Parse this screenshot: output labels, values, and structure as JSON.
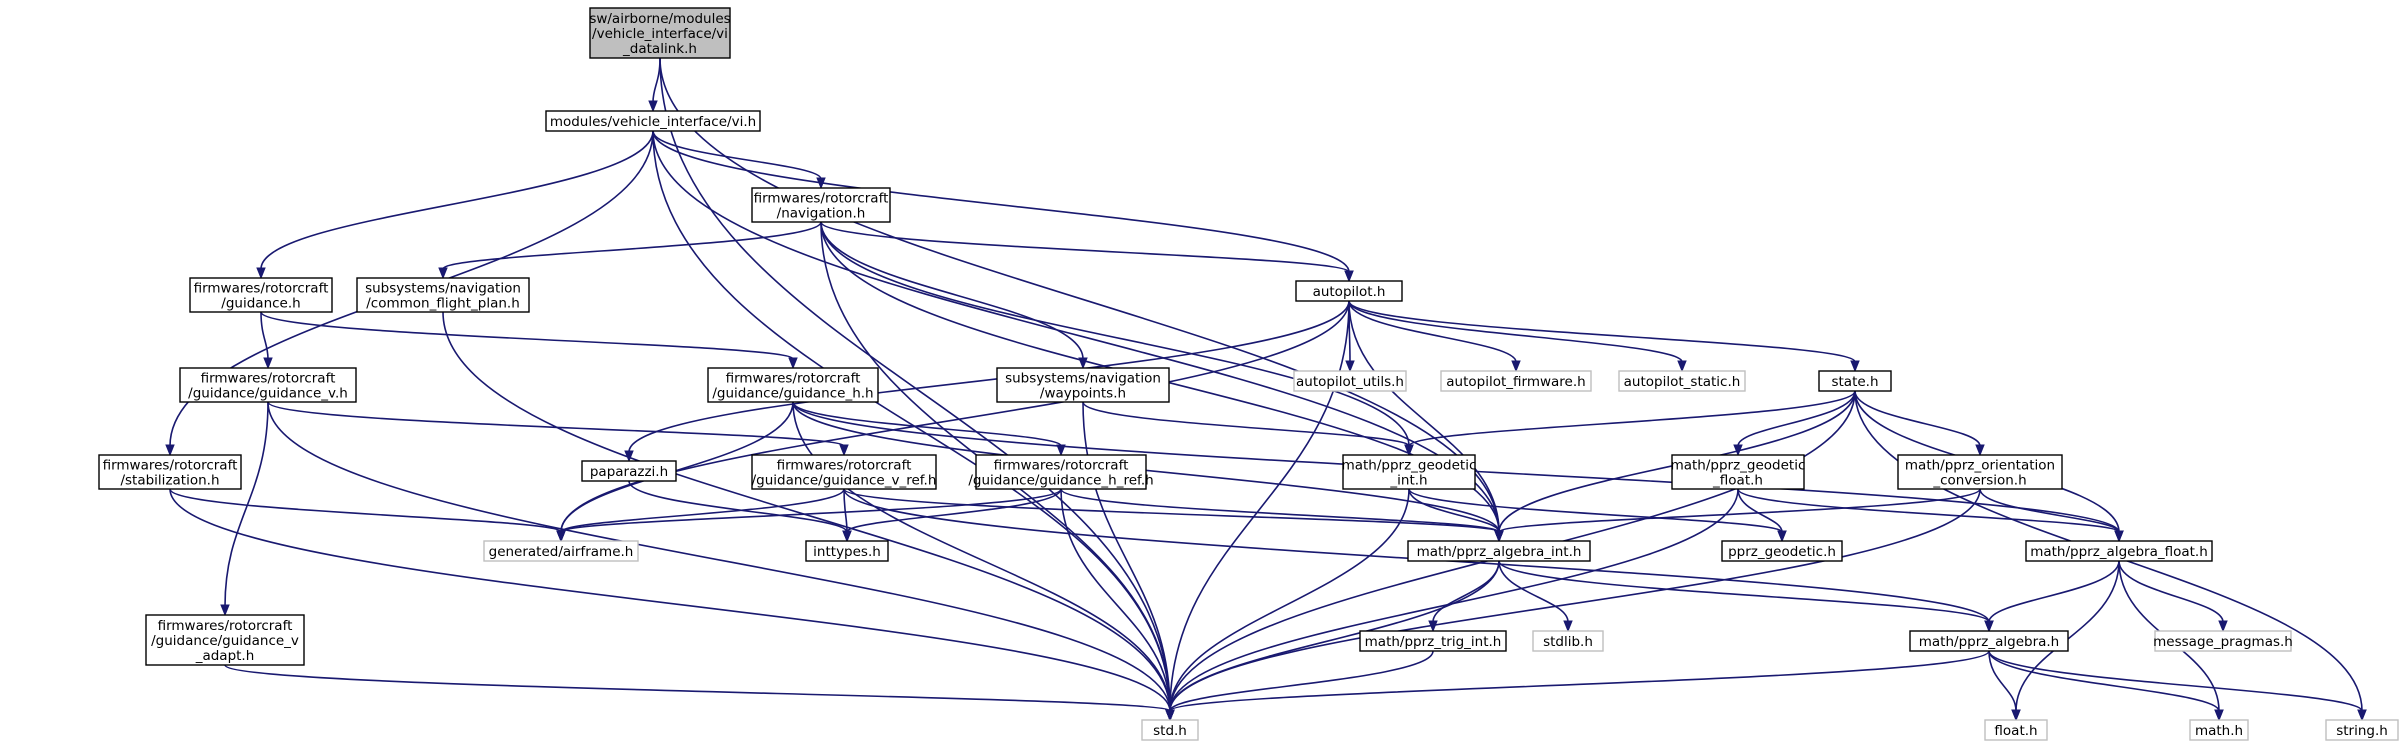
{
  "nodes": {
    "vi_datalink": {
      "lines": [
        "sw/airborne/modules",
        "/vehicle_interface/vi",
        "_datalink.h"
      ],
      "style": "root"
    },
    "vi": {
      "lines": [
        "modules/vehicle_interface/vi.h"
      ],
      "style": "normal"
    },
    "navigation": {
      "lines": [
        "firmwares/rotorcraft",
        "/navigation.h"
      ],
      "style": "normal"
    },
    "guidance": {
      "lines": [
        "firmwares/rotorcraft",
        "/guidance.h"
      ],
      "style": "normal"
    },
    "common_flight_plan": {
      "lines": [
        "subsystems/navigation",
        "/common_flight_plan.h"
      ],
      "style": "normal"
    },
    "autopilot": {
      "lines": [
        "autopilot.h"
      ],
      "style": "normal"
    },
    "guidance_v": {
      "lines": [
        "firmwares/rotorcraft",
        "/guidance/guidance_v.h"
      ],
      "style": "normal"
    },
    "guidance_h": {
      "lines": [
        "firmwares/rotorcraft",
        "/guidance/guidance_h.h"
      ],
      "style": "normal"
    },
    "waypoints": {
      "lines": [
        "subsystems/navigation",
        "/waypoints.h"
      ],
      "style": "normal"
    },
    "autopilot_utils": {
      "lines": [
        "autopilot_utils.h"
      ],
      "style": "ext"
    },
    "autopilot_firmware": {
      "lines": [
        "autopilot_firmware.h"
      ],
      "style": "ext"
    },
    "autopilot_static": {
      "lines": [
        "autopilot_static.h"
      ],
      "style": "ext"
    },
    "state": {
      "lines": [
        "state.h"
      ],
      "style": "normal"
    },
    "stabilization": {
      "lines": [
        "firmwares/rotorcraft",
        "/stabilization.h"
      ],
      "style": "normal"
    },
    "paparazzi": {
      "lines": [
        "paparazzi.h"
      ],
      "style": "normal"
    },
    "guidance_v_ref": {
      "lines": [
        "firmwares/rotorcraft",
        "/guidance/guidance_v_ref.h"
      ],
      "style": "normal"
    },
    "guidance_h_ref": {
      "lines": [
        "firmwares/rotorcraft",
        "/guidance/guidance_h_ref.h"
      ],
      "style": "normal"
    },
    "pprz_geodetic_int": {
      "lines": [
        "math/pprz_geodetic",
        "_int.h"
      ],
      "style": "normal"
    },
    "pprz_geodetic_float": {
      "lines": [
        "math/pprz_geodetic",
        "_float.h"
      ],
      "style": "normal"
    },
    "pprz_orientation_conversion": {
      "lines": [
        "math/pprz_orientation",
        "_conversion.h"
      ],
      "style": "normal"
    },
    "airframe": {
      "lines": [
        "generated/airframe.h"
      ],
      "style": "ext"
    },
    "inttypes": {
      "lines": [
        "inttypes.h"
      ],
      "style": "normal"
    },
    "pprz_algebra_int": {
      "lines": [
        "math/pprz_algebra_int.h"
      ],
      "style": "normal"
    },
    "pprz_geodetic": {
      "lines": [
        "pprz_geodetic.h"
      ],
      "style": "normal"
    },
    "pprz_algebra_float": {
      "lines": [
        "math/pprz_algebra_float.h"
      ],
      "style": "normal"
    },
    "guidance_v_adapt": {
      "lines": [
        "firmwares/rotorcraft",
        "/guidance/guidance_v",
        "_adapt.h"
      ],
      "style": "normal"
    },
    "pprz_trig_int": {
      "lines": [
        "math/pprz_trig_int.h"
      ],
      "style": "normal"
    },
    "stdlib": {
      "lines": [
        "stdlib.h"
      ],
      "style": "ext"
    },
    "pprz_algebra": {
      "lines": [
        "math/pprz_algebra.h"
      ],
      "style": "normal"
    },
    "message_pragmas": {
      "lines": [
        "message_pragmas.h"
      ],
      "style": "ext"
    },
    "std": {
      "lines": [
        "std.h"
      ],
      "style": "ext"
    },
    "float_h": {
      "lines": [
        "float.h"
      ],
      "style": "ext"
    },
    "math_h": {
      "lines": [
        "math.h"
      ],
      "style": "ext"
    },
    "string_h": {
      "lines": [
        "string.h"
      ],
      "style": "ext"
    }
  },
  "edges": [
    [
      "vi_datalink",
      "vi"
    ],
    [
      "vi_datalink",
      "std"
    ],
    [
      "vi_datalink",
      "pprz_algebra_int"
    ],
    [
      "vi",
      "navigation"
    ],
    [
      "vi",
      "guidance"
    ],
    [
      "vi",
      "autopilot"
    ],
    [
      "vi",
      "stabilization"
    ],
    [
      "vi",
      "std"
    ],
    [
      "vi",
      "pprz_algebra_int"
    ],
    [
      "navigation",
      "common_flight_plan"
    ],
    [
      "navigation",
      "autopilot"
    ],
    [
      "navigation",
      "waypoints"
    ],
    [
      "navigation",
      "pprz_geodetic_int"
    ],
    [
      "navigation",
      "std"
    ],
    [
      "navigation",
      "pprz_algebra_int"
    ],
    [
      "guidance",
      "guidance_v"
    ],
    [
      "guidance",
      "guidance_h"
    ],
    [
      "common_flight_plan",
      "std"
    ],
    [
      "autopilot",
      "autopilot_utils"
    ],
    [
      "autopilot",
      "autopilot_firmware"
    ],
    [
      "autopilot",
      "autopilot_static"
    ],
    [
      "autopilot",
      "state"
    ],
    [
      "autopilot",
      "paparazzi"
    ],
    [
      "autopilot",
      "airframe"
    ],
    [
      "autopilot",
      "std"
    ],
    [
      "autopilot",
      "pprz_algebra_int"
    ],
    [
      "guidance_v",
      "guidance_v_ref"
    ],
    [
      "guidance_v",
      "guidance_v_adapt"
    ],
    [
      "guidance_v",
      "std"
    ],
    [
      "guidance_h",
      "guidance_h_ref"
    ],
    [
      "guidance_h",
      "airframe"
    ],
    [
      "guidance_h",
      "pprz_algebra_int"
    ],
    [
      "guidance_h",
      "pprz_algebra_float"
    ],
    [
      "guidance_h",
      "std"
    ],
    [
      "waypoints",
      "pprz_geodetic_int"
    ],
    [
      "waypoints",
      "std"
    ],
    [
      "state",
      "pprz_geodetic_int"
    ],
    [
      "state",
      "pprz_geodetic_float"
    ],
    [
      "state",
      "pprz_orientation_conversion"
    ],
    [
      "state",
      "pprz_algebra_int"
    ],
    [
      "state",
      "pprz_algebra_float"
    ],
    [
      "state",
      "std"
    ],
    [
      "state",
      "string_h"
    ],
    [
      "stabilization",
      "airframe"
    ],
    [
      "stabilization",
      "std"
    ],
    [
      "paparazzi",
      "inttypes"
    ],
    [
      "guidance_v_ref",
      "airframe"
    ],
    [
      "guidance_v_ref",
      "inttypes"
    ],
    [
      "guidance_v_ref",
      "pprz_algebra_int"
    ],
    [
      "guidance_v_ref",
      "pprz_algebra"
    ],
    [
      "guidance_h_ref",
      "airframe"
    ],
    [
      "guidance_h_ref",
      "inttypes"
    ],
    [
      "guidance_h_ref",
      "pprz_algebra_int"
    ],
    [
      "guidance_h_ref",
      "std"
    ],
    [
      "pprz_geodetic_int",
      "pprz_algebra_int"
    ],
    [
      "pprz_geodetic_int",
      "pprz_geodetic"
    ],
    [
      "pprz_geodetic_int",
      "std"
    ],
    [
      "pprz_geodetic_float",
      "pprz_geodetic"
    ],
    [
      "pprz_geodetic_float",
      "pprz_algebra_float"
    ],
    [
      "pprz_geodetic_float",
      "std"
    ],
    [
      "pprz_orientation_conversion",
      "pprz_algebra_int"
    ],
    [
      "pprz_orientation_conversion",
      "pprz_algebra_float"
    ],
    [
      "pprz_orientation_conversion",
      "std"
    ],
    [
      "pprz_algebra_int",
      "pprz_trig_int"
    ],
    [
      "pprz_algebra_int",
      "stdlib"
    ],
    [
      "pprz_algebra_int",
      "pprz_algebra"
    ],
    [
      "pprz_algebra_int",
      "std"
    ],
    [
      "guidance_v_adapt",
      "std"
    ],
    [
      "pprz_trig_int",
      "std"
    ],
    [
      "pprz_algebra_float",
      "pprz_algebra"
    ],
    [
      "pprz_algebra_float",
      "message_pragmas"
    ],
    [
      "pprz_algebra_float",
      "float_h"
    ],
    [
      "pprz_algebra_float",
      "math_h"
    ],
    [
      "pprz_algebra",
      "std"
    ],
    [
      "pprz_algebra",
      "float_h"
    ],
    [
      "pprz_algebra",
      "math_h"
    ],
    [
      "pprz_algebra",
      "string_h"
    ]
  ]
}
